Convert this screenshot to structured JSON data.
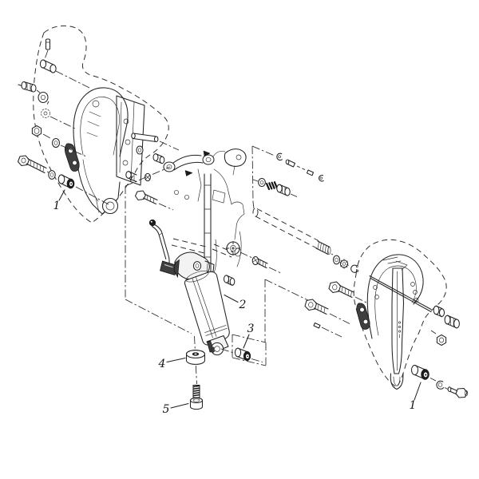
{
  "diagram": {
    "type": "exploded-parts-line-drawing",
    "background": "#ffffff",
    "line_color": "#222222",
    "accent_dark": "#1c1c1c",
    "callouts": [
      {
        "id": "callout-1-left",
        "label": "1"
      },
      {
        "id": "callout-2",
        "label": "2"
      },
      {
        "id": "callout-3",
        "label": "3"
      },
      {
        "id": "callout-4",
        "label": "4"
      },
      {
        "id": "callout-5",
        "label": "5"
      },
      {
        "id": "callout-1-right",
        "label": "1"
      }
    ]
  }
}
